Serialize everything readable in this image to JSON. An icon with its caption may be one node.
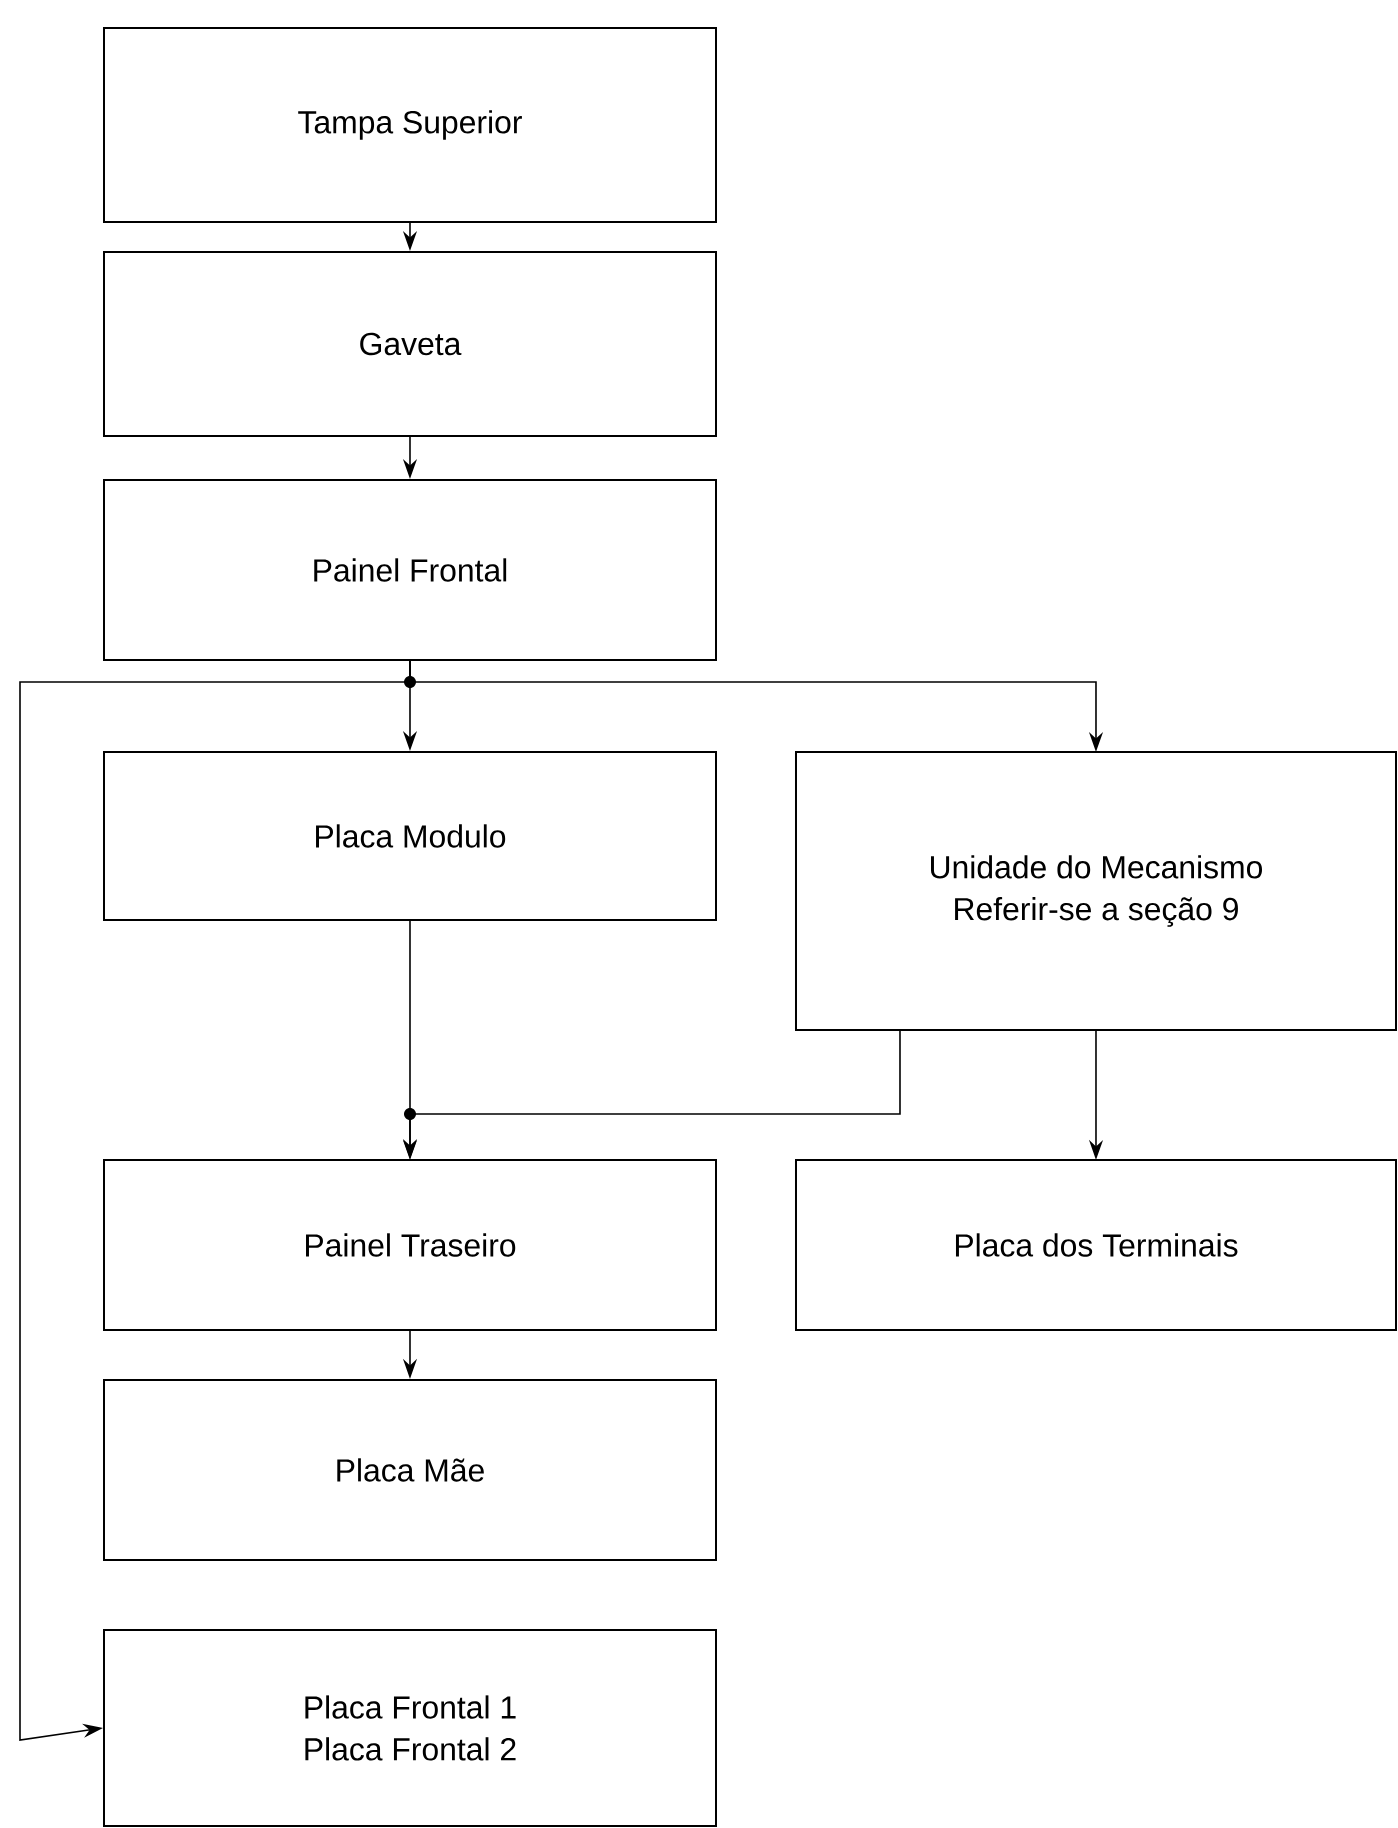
{
  "diagram": {
    "nodes": [
      {
        "text": [
          "Tampa Superior"
        ]
      },
      {
        "text": [
          "Gaveta"
        ]
      },
      {
        "text": [
          "Painel Frontal"
        ]
      },
      {
        "text": [
          "Placa Modulo"
        ]
      },
      {
        "text": [
          "Unidade do Mecanismo",
          "Referir-se a seção 9"
        ]
      },
      {
        "text": [
          "Painel Traseiro"
        ]
      },
      {
        "text": [
          "Placa dos Terminais"
        ]
      },
      {
        "text": [
          "Placa Mãe"
        ]
      },
      {
        "text": [
          "Placa Frontal 1",
          "Placa Frontal 2"
        ]
      }
    ],
    "edges": [
      {
        "from": 0,
        "to": 1,
        "arrow": "to"
      },
      {
        "from": 1,
        "to": 2,
        "arrow": "to"
      },
      {
        "from": 2,
        "to": 3,
        "arrow": "to"
      },
      {
        "from": 2,
        "to": 4,
        "arrow": "to"
      },
      {
        "from": 2,
        "to": 8,
        "arrow": "to"
      },
      {
        "from": 3,
        "to": 5,
        "arrow": "to"
      },
      {
        "from": 4,
        "to": 5,
        "arrow": "to"
      },
      {
        "from": 4,
        "to": 6,
        "arrow": "to"
      },
      {
        "from": 5,
        "to": 7,
        "arrow": "to"
      }
    ]
  }
}
